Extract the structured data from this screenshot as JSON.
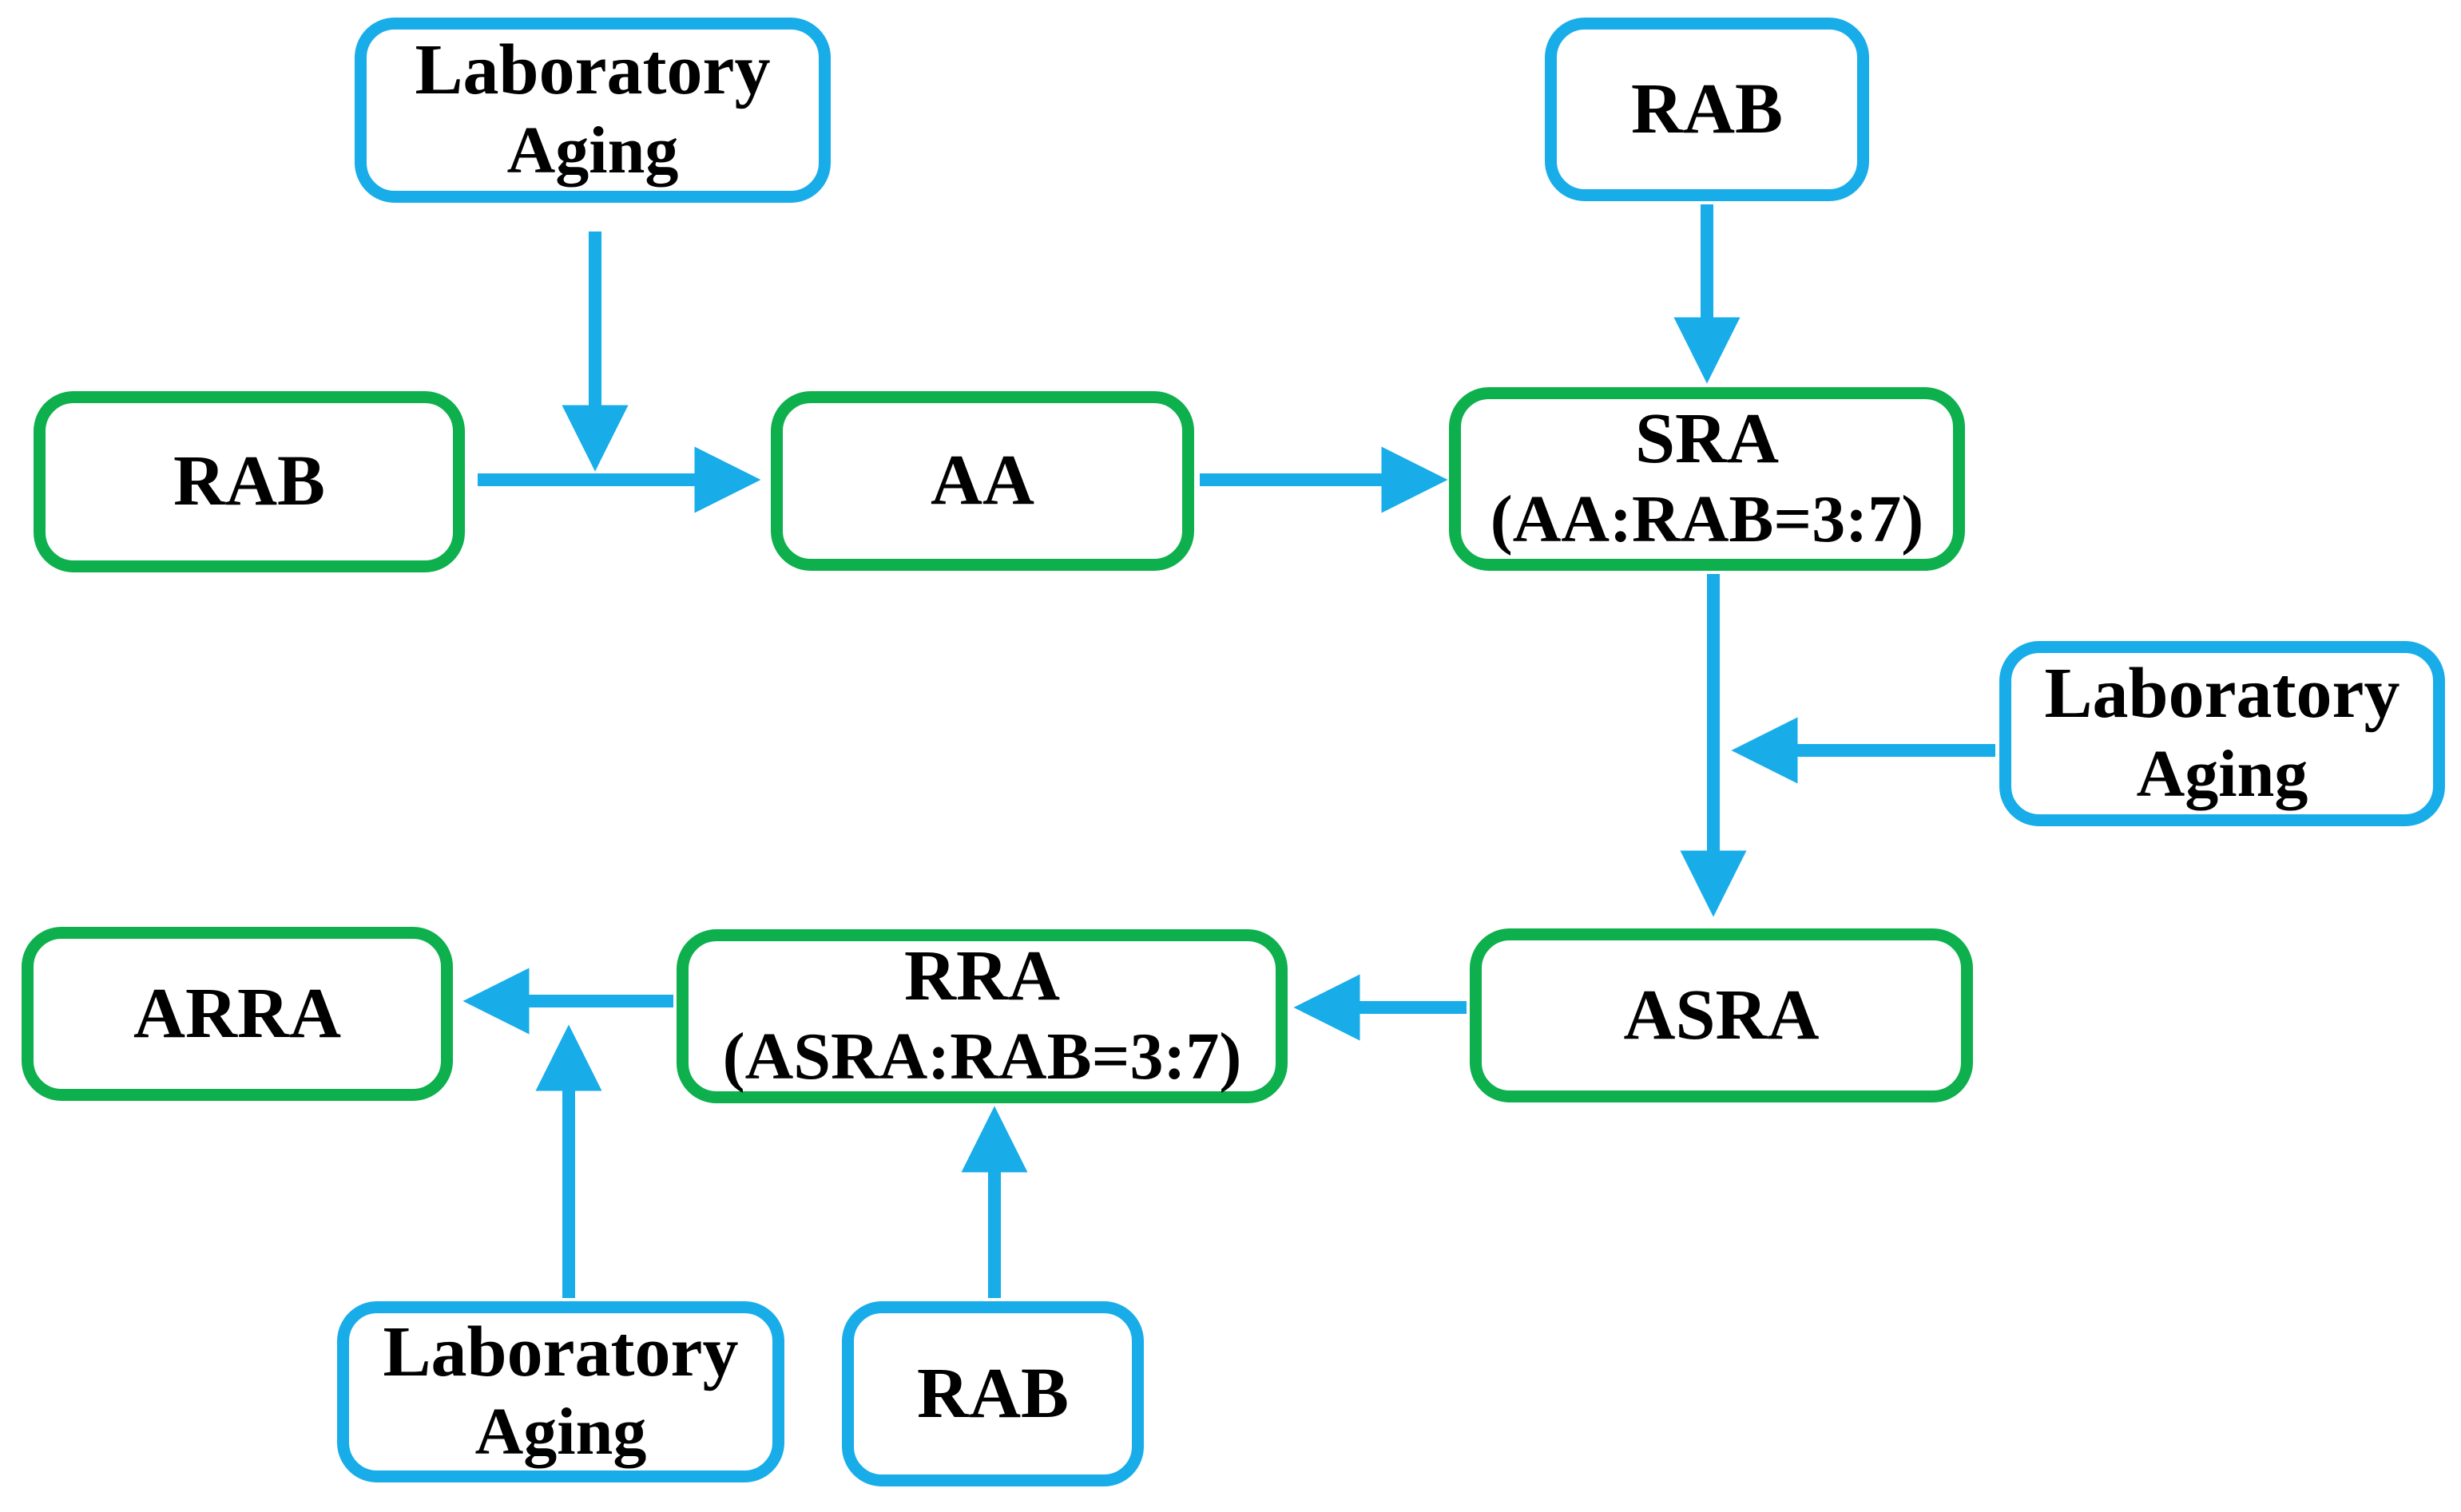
{
  "diagram": {
    "colors": {
      "sample_box_border": "#0db04c",
      "process_box_border": "#18ade9",
      "arrow": "#18ade9",
      "text": "#000000",
      "background": "#ffffff"
    },
    "nodes": {
      "lab_aging_top": {
        "line1": "Laboratory",
        "line2": "Aging"
      },
      "rab_top": {
        "line1": "RAB",
        "line2": ""
      },
      "rab_left": {
        "line1": "RAB",
        "line2": ""
      },
      "aa": {
        "line1": "AA",
        "line2": ""
      },
      "sra": {
        "line1": "SRA",
        "line2": "(AA:RAB=3:7)"
      },
      "lab_aging_right": {
        "line1": "Laboratory",
        "line2": "Aging"
      },
      "asra": {
        "line1": "ASRA",
        "line2": ""
      },
      "rra": {
        "line1": "RRA",
        "line2": "(ASRA:RAB=3:7)"
      },
      "arra": {
        "line1": "ARRA",
        "line2": ""
      },
      "lab_aging_bottom": {
        "line1": "Laboratory",
        "line2": "Aging"
      },
      "rab_bottom": {
        "line1": "RAB",
        "line2": ""
      }
    },
    "edges": [
      {
        "from": "rab_left",
        "to": "aa"
      },
      {
        "from": "lab_aging_top",
        "to": "edge:rab_left->aa"
      },
      {
        "from": "aa",
        "to": "sra"
      },
      {
        "from": "rab_top",
        "to": "sra"
      },
      {
        "from": "sra",
        "to": "asra"
      },
      {
        "from": "lab_aging_right",
        "to": "edge:sra->asra"
      },
      {
        "from": "asra",
        "to": "rra"
      },
      {
        "from": "rab_bottom",
        "to": "rra"
      },
      {
        "from": "rra",
        "to": "arra"
      },
      {
        "from": "lab_aging_bottom",
        "to": "edge:rra->arra"
      }
    ]
  }
}
